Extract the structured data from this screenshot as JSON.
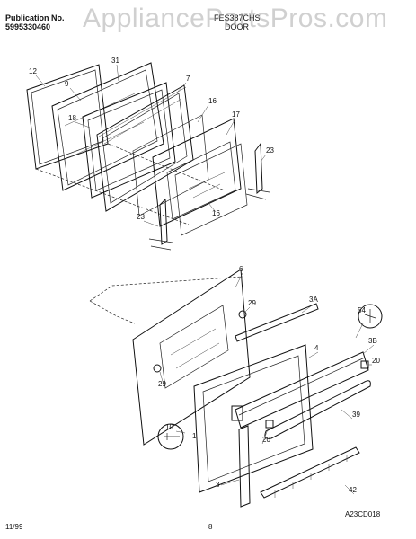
{
  "header": {
    "pub_label": "Publication No.",
    "pub_number": "5995330460",
    "model_code": "FES387CHS",
    "model_sub": "DOOR"
  },
  "watermark": "AppliancePartsPros.com",
  "footer": {
    "date": "11/99",
    "page": "8",
    "drawing_id": "A23CD018"
  },
  "callouts": [
    "12",
    "9",
    "31",
    "7",
    "18",
    "16",
    "17",
    "23",
    "23",
    "16",
    "6",
    "29",
    "3A",
    "54",
    "3B",
    "4",
    "29",
    "20",
    "10",
    "1",
    "20",
    "39",
    "42",
    "3"
  ]
}
